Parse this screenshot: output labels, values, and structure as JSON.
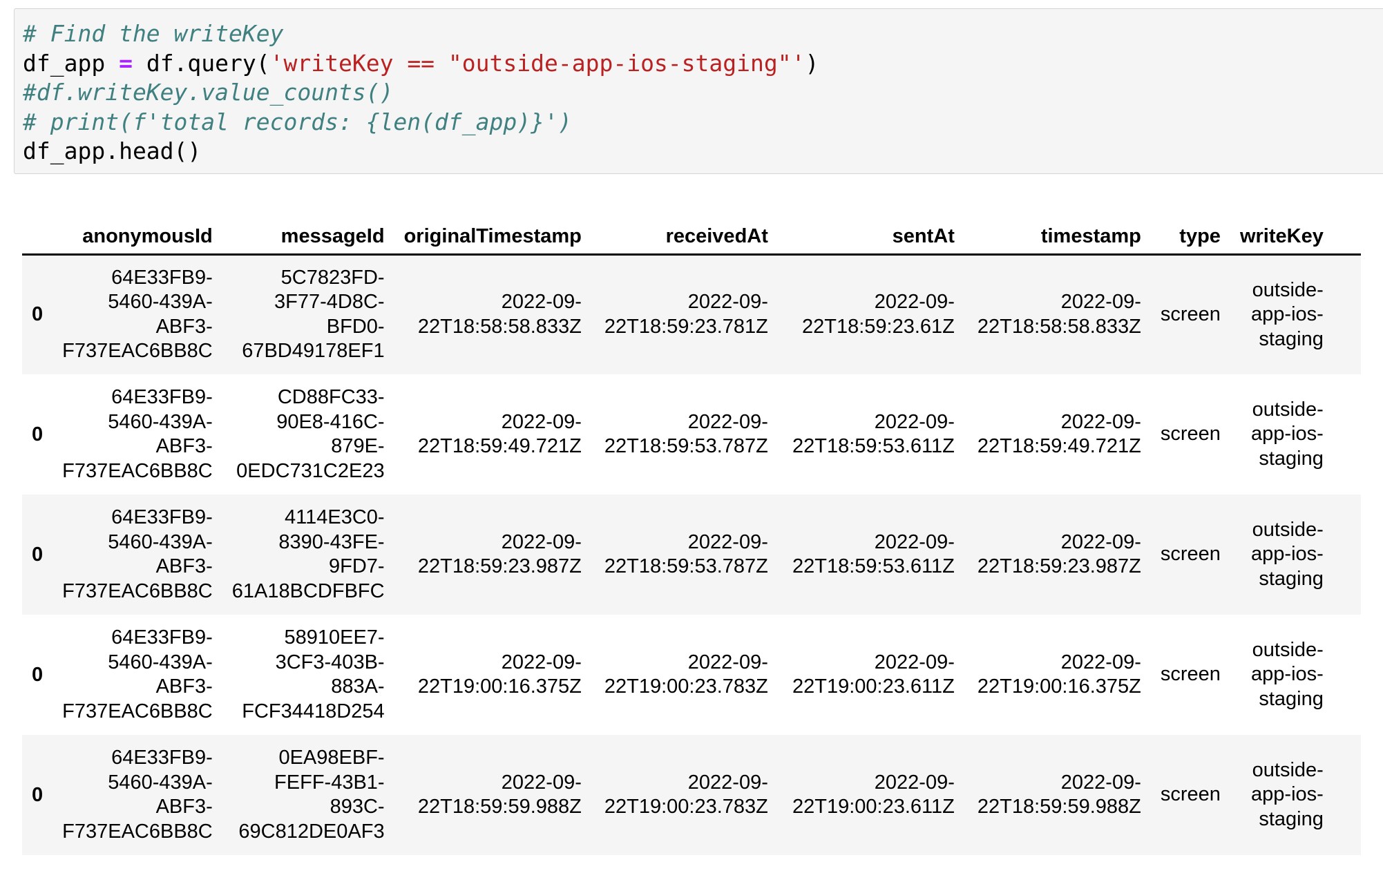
{
  "code_cell": {
    "lines": [
      [
        {
          "t": "# Find the writeKey",
          "c": "comment"
        }
      ],
      [
        {
          "t": "df_app ",
          "c": "plain"
        },
        {
          "t": "=",
          "c": "op"
        },
        {
          "t": " df.query(",
          "c": "plain"
        },
        {
          "t": "'writeKey == \"outside-app-ios-staging\"'",
          "c": "string"
        },
        {
          "t": ")",
          "c": "plain"
        }
      ],
      [
        {
          "t": "#df.writeKey.value_counts()",
          "c": "comment"
        }
      ],
      [
        {
          "t": "# print(f'total records: {len(df_app)}')",
          "c": "comment"
        }
      ],
      [
        {
          "t": "df_app.head()",
          "c": "plain"
        }
      ]
    ]
  },
  "table": {
    "columns": [
      "",
      "anonymousId",
      "messageId",
      "originalTimestamp",
      "receivedAt",
      "sentAt",
      "timestamp",
      "type",
      "writeKey"
    ],
    "rows": [
      {
        "index": "0",
        "anonymousId": [
          "64E33FB9-",
          "5460-439A-",
          "ABF3-",
          "F737EAC6BB8C"
        ],
        "messageId": [
          "5C7823FD-",
          "3F77-4D8C-",
          "BFD0-",
          "67BD49178EF1"
        ],
        "originalTimestamp": [
          "2022-09-",
          "22T18:58:58.833Z"
        ],
        "receivedAt": [
          "2022-09-",
          "22T18:59:23.781Z"
        ],
        "sentAt": [
          "2022-09-",
          "22T18:59:23.61Z"
        ],
        "timestamp": [
          "2022-09-",
          "22T18:58:58.833Z"
        ],
        "type": "screen",
        "writeKey": [
          "outside-",
          "app-ios-",
          "staging"
        ]
      },
      {
        "index": "0",
        "anonymousId": [
          "64E33FB9-",
          "5460-439A-",
          "ABF3-",
          "F737EAC6BB8C"
        ],
        "messageId": [
          "CD88FC33-",
          "90E8-416C-",
          "879E-",
          "0EDC731C2E23"
        ],
        "originalTimestamp": [
          "2022-09-",
          "22T18:59:49.721Z"
        ],
        "receivedAt": [
          "2022-09-",
          "22T18:59:53.787Z"
        ],
        "sentAt": [
          "2022-09-",
          "22T18:59:53.611Z"
        ],
        "timestamp": [
          "2022-09-",
          "22T18:59:49.721Z"
        ],
        "type": "screen",
        "writeKey": [
          "outside-",
          "app-ios-",
          "staging"
        ]
      },
      {
        "index": "0",
        "anonymousId": [
          "64E33FB9-",
          "5460-439A-",
          "ABF3-",
          "F737EAC6BB8C"
        ],
        "messageId": [
          "4114E3C0-",
          "8390-43FE-",
          "9FD7-",
          "61A18BCDFBFC"
        ],
        "originalTimestamp": [
          "2022-09-",
          "22T18:59:23.987Z"
        ],
        "receivedAt": [
          "2022-09-",
          "22T18:59:53.787Z"
        ],
        "sentAt": [
          "2022-09-",
          "22T18:59:53.611Z"
        ],
        "timestamp": [
          "2022-09-",
          "22T18:59:23.987Z"
        ],
        "type": "screen",
        "writeKey": [
          "outside-",
          "app-ios-",
          "staging"
        ]
      },
      {
        "index": "0",
        "anonymousId": [
          "64E33FB9-",
          "5460-439A-",
          "ABF3-",
          "F737EAC6BB8C"
        ],
        "messageId": [
          "58910EE7-",
          "3CF3-403B-",
          "883A-",
          "FCF34418D254"
        ],
        "originalTimestamp": [
          "2022-09-",
          "22T19:00:16.375Z"
        ],
        "receivedAt": [
          "2022-09-",
          "22T19:00:23.783Z"
        ],
        "sentAt": [
          "2022-09-",
          "22T19:00:23.611Z"
        ],
        "timestamp": [
          "2022-09-",
          "22T19:00:16.375Z"
        ],
        "type": "screen",
        "writeKey": [
          "outside-",
          "app-ios-",
          "staging"
        ]
      },
      {
        "index": "0",
        "anonymousId": [
          "64E33FB9-",
          "5460-439A-",
          "ABF3-",
          "F737EAC6BB8C"
        ],
        "messageId": [
          "0EA98EBF-",
          "FEFF-43B1-",
          "893C-",
          "69C812DE0AF3"
        ],
        "originalTimestamp": [
          "2022-09-",
          "22T18:59:59.988Z"
        ],
        "receivedAt": [
          "2022-09-",
          "22T19:00:23.783Z"
        ],
        "sentAt": [
          "2022-09-",
          "22T19:00:23.611Z"
        ],
        "timestamp": [
          "2022-09-",
          "22T18:59:59.988Z"
        ],
        "type": "screen",
        "writeKey": [
          "outside-",
          "app-ios-",
          "staging"
        ]
      }
    ]
  },
  "colors": {
    "comment": "#408080",
    "string": "#ba2121",
    "operator": "#aa22ff",
    "cell_background": "#f5f5f5",
    "cell_border": "#d4d4d4"
  }
}
